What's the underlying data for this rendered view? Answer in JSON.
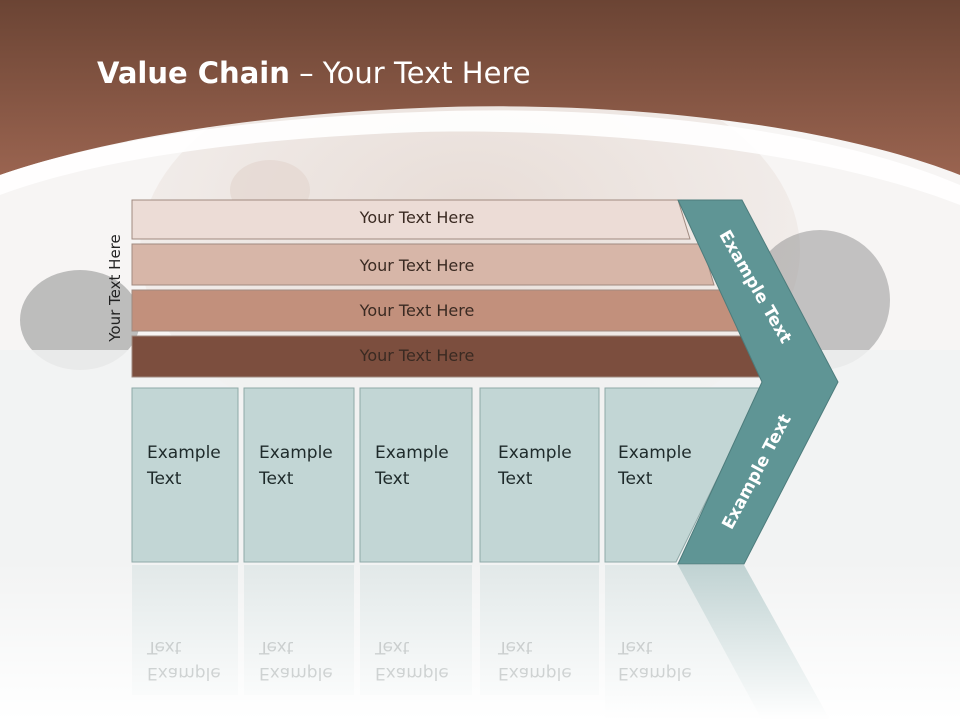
{
  "slide": {
    "title_bold": "Value Chain",
    "title_rest": " – Your Text Here",
    "side_label": "Your Text Here"
  },
  "bars": [
    {
      "label": "Your Text Here",
      "color": "#ecdcd6"
    },
    {
      "label": "Your Text Here",
      "color": "#d7b6a8"
    },
    {
      "label": "Your Text Here",
      "color": "#c2907c"
    },
    {
      "label": "Your Text Here",
      "color": "#7c4e3e"
    }
  ],
  "boxes": [
    {
      "label": "Example\nText"
    },
    {
      "label": "Example\nText"
    },
    {
      "label": "Example\nText"
    },
    {
      "label": "Example\nText"
    },
    {
      "label": "Example\nText"
    }
  ],
  "chevron": {
    "upper_label": "Example Text",
    "lower_label": "Example Text",
    "color": "#5f9595"
  },
  "colors": {
    "header_brown": "#8a5543",
    "box_fill": "#c2d6d5",
    "box_border": "#8fa9a8"
  }
}
